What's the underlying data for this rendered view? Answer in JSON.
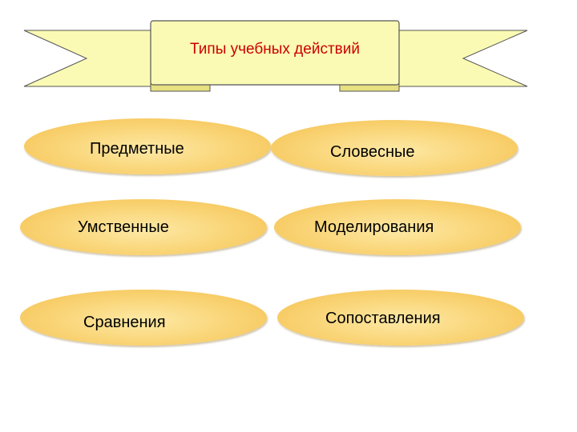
{
  "banner": {
    "title": "Типы учебных действий",
    "title_color": "#cc0000",
    "ribbon_fill": "#fafab4",
    "ribbon_fold_fill": "#e6e080",
    "outline_color": "#666666"
  },
  "oval_fill": "#fad77c",
  "items": [
    {
      "label": "Предметные"
    },
    {
      "label": "Словесные"
    },
    {
      "label": "Умственные"
    },
    {
      "label": "Моделирования"
    },
    {
      "label": "Сравнения"
    },
    {
      "label": "Сопоставления"
    }
  ]
}
